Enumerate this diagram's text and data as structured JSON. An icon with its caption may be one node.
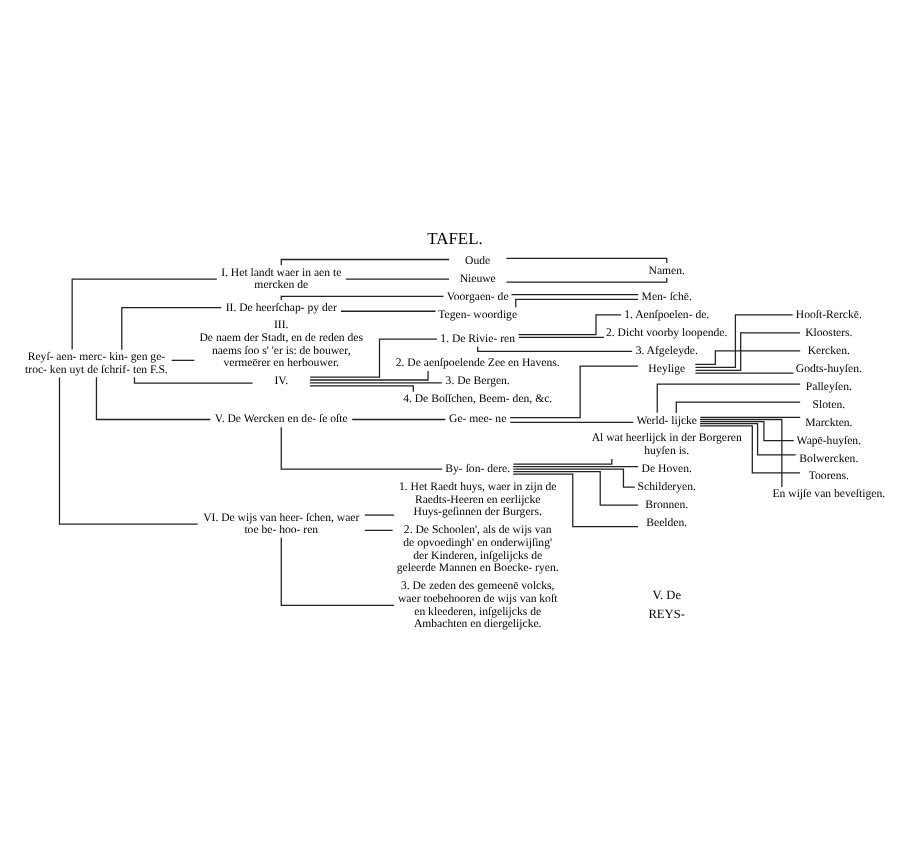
{
  "diagram": {
    "title": "TAFEL.",
    "nodes": [
      {
        "text": [
          "Reyſ- aen- merc- kin- gen ge- troc- ken uyt de ſchrif- ten F.S."
        ]
      },
      {
        "text": [
          "I. Het landt waer in aen te mercken de"
        ]
      },
      {
        "text": [
          "Oude"
        ]
      },
      {
        "text": [
          "Nieuwe"
        ]
      },
      {
        "text": [
          "Namen."
        ]
      },
      {
        "text": [
          "II. De heerſchap- py der"
        ]
      },
      {
        "text": [
          "Voorgaen- de"
        ]
      },
      {
        "text": [
          "Tegen- woordige"
        ]
      },
      {
        "text": [
          "Men- ſchē."
        ]
      },
      {
        "text": [
          "III.",
          "De naem der Stadt, en de reden des naems ſoo s' 'er is: de bouwer, vermeērer en herbouwer."
        ]
      },
      {
        "text": [
          "IV."
        ]
      },
      {
        "text": [
          "1. De Rivie- ren"
        ]
      },
      {
        "text": [
          "1. Aenſpoelen- de."
        ]
      },
      {
        "text": [
          "2. Dicht voorby loopende."
        ]
      },
      {
        "text": [
          "3. Afgeleyde."
        ]
      },
      {
        "text": [
          "2. De aenſpoelende Zee en Havens."
        ]
      },
      {
        "text": [
          "3. De Bergen."
        ]
      },
      {
        "text": [
          "4. De Boſſchen, Beem- den, &c."
        ]
      },
      {
        "text": [
          "V. De Wercken en de- ſe oſte"
        ]
      },
      {
        "text": [
          "Ge- mee- ne"
        ]
      },
      {
        "text": [
          "Heylige"
        ]
      },
      {
        "text": [
          "Hooſt-Rerckē."
        ]
      },
      {
        "text": [
          "Kloosters."
        ]
      },
      {
        "text": [
          "Kercken."
        ]
      },
      {
        "text": [
          "Godts-huyſen."
        ]
      },
      {
        "text": [
          "Werld- lijcke"
        ]
      },
      {
        "text": [
          "Palleyſen."
        ]
      },
      {
        "text": [
          "Sloten."
        ]
      },
      {
        "text": [
          "Marckten."
        ]
      },
      {
        "text": [
          "Wapē-huyſen."
        ]
      },
      {
        "text": [
          "Bolwercken."
        ]
      },
      {
        "text": [
          "Toorens."
        ]
      },
      {
        "text": [
          "En wijſe van beveſtigen."
        ]
      },
      {
        "text": [
          "By- ſon- dere."
        ]
      },
      {
        "text": [
          "Al wat heerlijck in der Borgeren huyſen is."
        ]
      },
      {
        "text": [
          "De Hoven."
        ]
      },
      {
        "text": [
          "Schilderyen."
        ]
      },
      {
        "text": [
          "Bronnen."
        ]
      },
      {
        "text": [
          "Beelden."
        ]
      },
      {
        "text": [
          "VI. De wijs van heer- ſchen, waer toe be- hoo- ren"
        ]
      },
      {
        "text": [
          "1. Het Raedt huys, waer in zijn de Raedts-Heeren en eerlijcke Huys-geſinnen der Burgers."
        ]
      },
      {
        "text": [
          "2. De Schoolen', als de wijs van de opvoedingh' en onderwijſing' der Kinderen, inſgelijcks de geleerde Mannen en Boecke- ryen."
        ]
      },
      {
        "text": [
          "3. De zeden des gemeenē volcks, waer toebehooren de wijs van koſt en kleederen, inſgelijcks de Ambachten en diergelijcke."
        ]
      }
    ],
    "edges": [
      {
        "from": 0,
        "to": 1,
        "arrow": "none"
      },
      {
        "from": 0,
        "to": 5,
        "arrow": "none"
      },
      {
        "from": 0,
        "to": 9,
        "arrow": "none"
      },
      {
        "from": 0,
        "to": 10,
        "arrow": "none"
      },
      {
        "from": 0,
        "to": 18,
        "arrow": "none"
      },
      {
        "from": 0,
        "to": 39,
        "arrow": "none"
      },
      {
        "from": 1,
        "to": 2,
        "arrow": "none"
      },
      {
        "from": 1,
        "to": 3,
        "arrow": "none"
      },
      {
        "from": 2,
        "to": 4,
        "arrow": "none"
      },
      {
        "from": 3,
        "to": 4,
        "arrow": "none"
      },
      {
        "from": 5,
        "to": 6,
        "arrow": "none"
      },
      {
        "from": 5,
        "to": 7,
        "arrow": "none"
      },
      {
        "from": 6,
        "to": 8,
        "arrow": "none"
      },
      {
        "from": 7,
        "to": 8,
        "arrow": "none"
      },
      {
        "from": 10,
        "to": 11,
        "arrow": "none"
      },
      {
        "from": 10,
        "to": 15,
        "arrow": "none"
      },
      {
        "from": 10,
        "to": 16,
        "arrow": "none"
      },
      {
        "from": 10,
        "to": 17,
        "arrow": "none"
      },
      {
        "from": 11,
        "to": 12,
        "arrow": "none"
      },
      {
        "from": 11,
        "to": 13,
        "arrow": "none"
      },
      {
        "from": 11,
        "to": 14,
        "arrow": "none"
      },
      {
        "from": 18,
        "to": 19,
        "arrow": "none"
      },
      {
        "from": 18,
        "to": 33,
        "arrow": "none"
      },
      {
        "from": 19,
        "to": 20,
        "arrow": "none"
      },
      {
        "from": 19,
        "to": 25,
        "arrow": "none"
      },
      {
        "from": 20,
        "to": 21,
        "arrow": "none"
      },
      {
        "from": 20,
        "to": 22,
        "arrow": "none"
      },
      {
        "from": 20,
        "to": 23,
        "arrow": "none"
      },
      {
        "from": 20,
        "to": 24,
        "arrow": "none"
      },
      {
        "from": 25,
        "to": 26,
        "arrow": "none"
      },
      {
        "from": 25,
        "to": 27,
        "arrow": "none"
      },
      {
        "from": 25,
        "to": 28,
        "arrow": "none"
      },
      {
        "from": 25,
        "to": 29,
        "arrow": "none"
      },
      {
        "from": 25,
        "to": 30,
        "arrow": "none"
      },
      {
        "from": 25,
        "to": 31,
        "arrow": "none"
      },
      {
        "from": 25,
        "to": 32,
        "arrow": "none"
      },
      {
        "from": 33,
        "to": 34,
        "arrow": "none"
      },
      {
        "from": 33,
        "to": 35,
        "arrow": "none"
      },
      {
        "from": 33,
        "to": 36,
        "arrow": "none"
      },
      {
        "from": 33,
        "to": 37,
        "arrow": "none"
      },
      {
        "from": 33,
        "to": 38,
        "arrow": "none"
      },
      {
        "from": 39,
        "to": 40,
        "arrow": "none"
      },
      {
        "from": 39,
        "to": 41,
        "arrow": "none"
      },
      {
        "from": 39,
        "to": 42,
        "arrow": "none"
      }
    ],
    "labels": [
      "V. De",
      "REYS-"
    ]
  }
}
